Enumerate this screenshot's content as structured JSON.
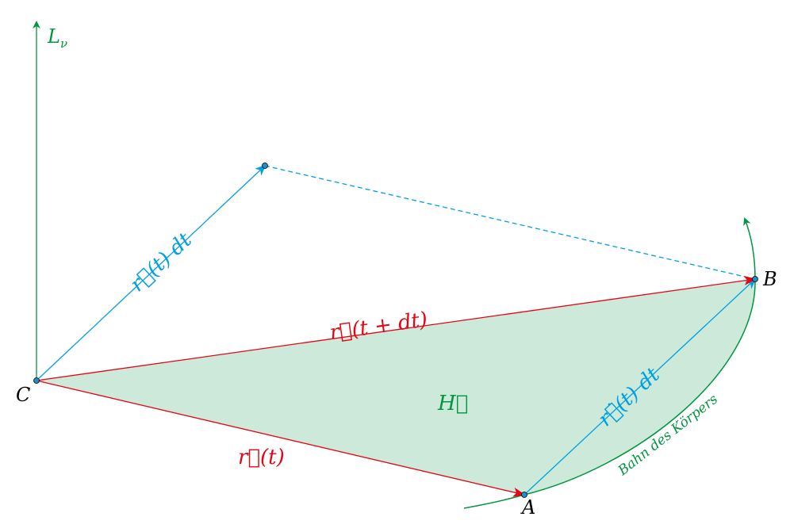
{
  "colors": {
    "green": "#009640",
    "blue": "#009FE3",
    "red": "#E30613",
    "fill": "#CDE9D9",
    "point": "#1f8fc8"
  },
  "labels": {
    "axis": "L",
    "axis_sub": "ν",
    "C": "C",
    "A": "A",
    "B": "B",
    "H": "H⃗",
    "r_t": "r⃗(t)",
    "r_t_dt": "r⃗(t + dt)",
    "rdot_dt_upper": "r⃗(t) dt",
    "rdot_dt_lower": "r⃗̇(t) dt",
    "orbit": "Bahn des Körpers"
  }
}
